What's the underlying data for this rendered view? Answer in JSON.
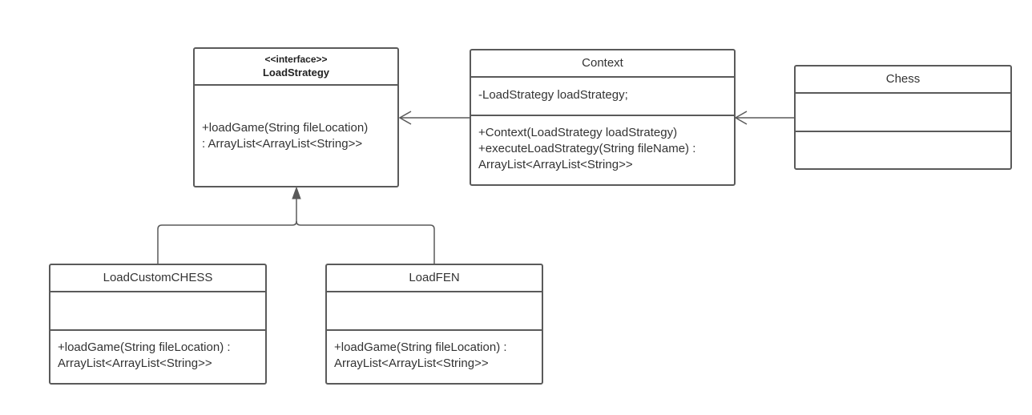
{
  "diagram": {
    "classes": {
      "load_strategy": {
        "stereotype": "<<interface>>",
        "name": "LoadStrategy",
        "attributes": [],
        "methods": [
          "+loadGame(String fileLocation)",
          ": ArrayList<ArrayList<String>>"
        ]
      },
      "context": {
        "name": "Context",
        "attributes": [
          "-LoadStrategy loadStrategy;"
        ],
        "methods": [
          "+Context(LoadStrategy loadStrategy)",
          "+executeLoadStrategy(String fileName) :",
          "ArrayList<ArrayList<String>>"
        ]
      },
      "chess": {
        "name": "Chess",
        "attributes": [],
        "methods": []
      },
      "load_custom_chess": {
        "name": "LoadCustomCHESS",
        "attributes": [],
        "methods": [
          "+loadGame(String fileLocation) :",
          "ArrayList<ArrayList<String>>"
        ]
      },
      "load_fen": {
        "name": "LoadFEN",
        "attributes": [],
        "methods": [
          "+loadGame(String fileLocation) :",
          "ArrayList<ArrayList<String>>"
        ]
      }
    },
    "relationships": [
      {
        "from": "context",
        "to": "load_strategy",
        "type": "association"
      },
      {
        "from": "chess",
        "to": "context",
        "type": "association"
      },
      {
        "from": "load_custom_chess",
        "to": "load_strategy",
        "type": "realization"
      },
      {
        "from": "load_fen",
        "to": "load_strategy",
        "type": "realization"
      }
    ],
    "colors": {
      "border": "#5a5a5a",
      "text": "#333333",
      "background": "#ffffff"
    }
  }
}
